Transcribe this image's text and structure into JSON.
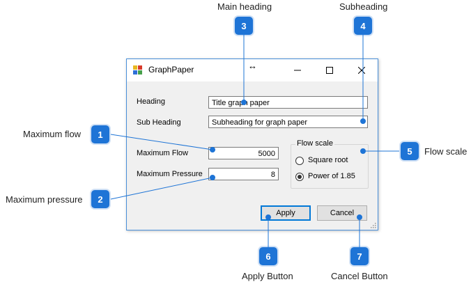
{
  "window": {
    "title": "GraphPaper",
    "resize_cursor": "↔",
    "heading_label": "Heading",
    "heading_value": "Title graph paper",
    "subheading_label": "Sub Heading",
    "subheading_value": "Subheading for graph paper",
    "max_flow_label": "Maximum Flow",
    "max_flow_value": "5000",
    "max_pressure_label": "Maximum Pressure",
    "max_pressure_value": "8",
    "flow_scale_title": "Flow scale",
    "radio_square_root": "Square root",
    "radio_power": "Power of 1.85",
    "selected_radio": "radio_power",
    "apply_label": "Apply",
    "cancel_label": "Cancel"
  },
  "callouts": [
    {
      "number": "1",
      "label": "Maximum flow"
    },
    {
      "number": "2",
      "label": "Maximum pressure"
    },
    {
      "number": "3",
      "label": "Main heading"
    },
    {
      "number": "4",
      "label": "Subheading"
    },
    {
      "number": "5",
      "label": "Flow scale"
    },
    {
      "number": "6",
      "label": "Apply Button"
    },
    {
      "number": "7",
      "label": "Cancel Button"
    }
  ],
  "colors": {
    "badge": "#1e74d6",
    "window_border": "#4a90d9",
    "default_button_border": "#0078d7"
  }
}
